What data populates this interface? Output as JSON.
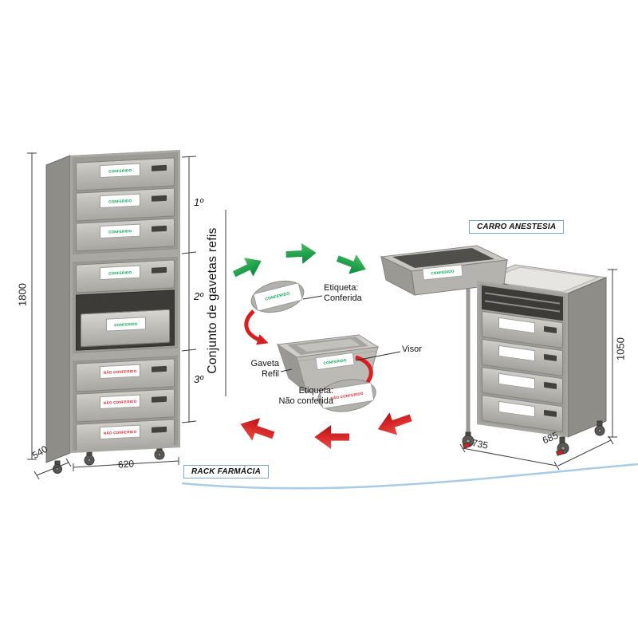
{
  "rack": {
    "box_label": "RACK FARMÁCIA",
    "side_label": "Conjunto de gavetas refis",
    "groups": [
      {
        "label": "1º"
      },
      {
        "label": "2º"
      },
      {
        "label": "3º"
      }
    ],
    "dimensions": {
      "height": "1800",
      "depth": "540",
      "width": "620"
    },
    "drawers": [
      {
        "badge": "CONFERIDO",
        "status": "conferido"
      },
      {
        "badge": "CONFERIDO",
        "status": "conferido"
      },
      {
        "badge": "CONFERIDO",
        "status": "conferido"
      },
      {
        "badge": "CONFERIDO",
        "status": "conferido"
      },
      {
        "badge": "NÃO CONFERIDO",
        "status": "nao-conferido"
      },
      {
        "badge": "NÃO CONFERIDO",
        "status": "nao-conferido"
      },
      {
        "badge": "NÃO CONFERIDO",
        "status": "nao-conferido"
      }
    ],
    "tray_badge": "CONFERIDO"
  },
  "cart": {
    "box_label": "CARRO ANESTESIA",
    "dimensions": {
      "height": "1050",
      "width": "735",
      "depth": "685"
    },
    "open_drawer_badge": "CONFERIDO"
  },
  "workflow": {
    "etiqueta_conferida": {
      "line1": "Etiqueta:",
      "line2": "Conferida"
    },
    "etiqueta_nao_conferida": {
      "line1": "Etiqueta:",
      "line2": "Não conferida"
    },
    "gaveta_refil": {
      "line1": "Gaveta",
      "line2": "Refil"
    },
    "visor": "Visor",
    "badge_conferido": "CONFERIDO",
    "badge_nao_conferido": "NÃO CONFERIDO",
    "tray_visor_badge": "CONFERIDO"
  },
  "colors": {
    "conferido_green": "#00A44F",
    "nao_conferido_red": "#E02128",
    "arrow_green": "#00A44F",
    "arrow_red": "#D81E20",
    "label_box_border": "#79A7CC",
    "swoosh_blue": "#A8CBE8"
  }
}
